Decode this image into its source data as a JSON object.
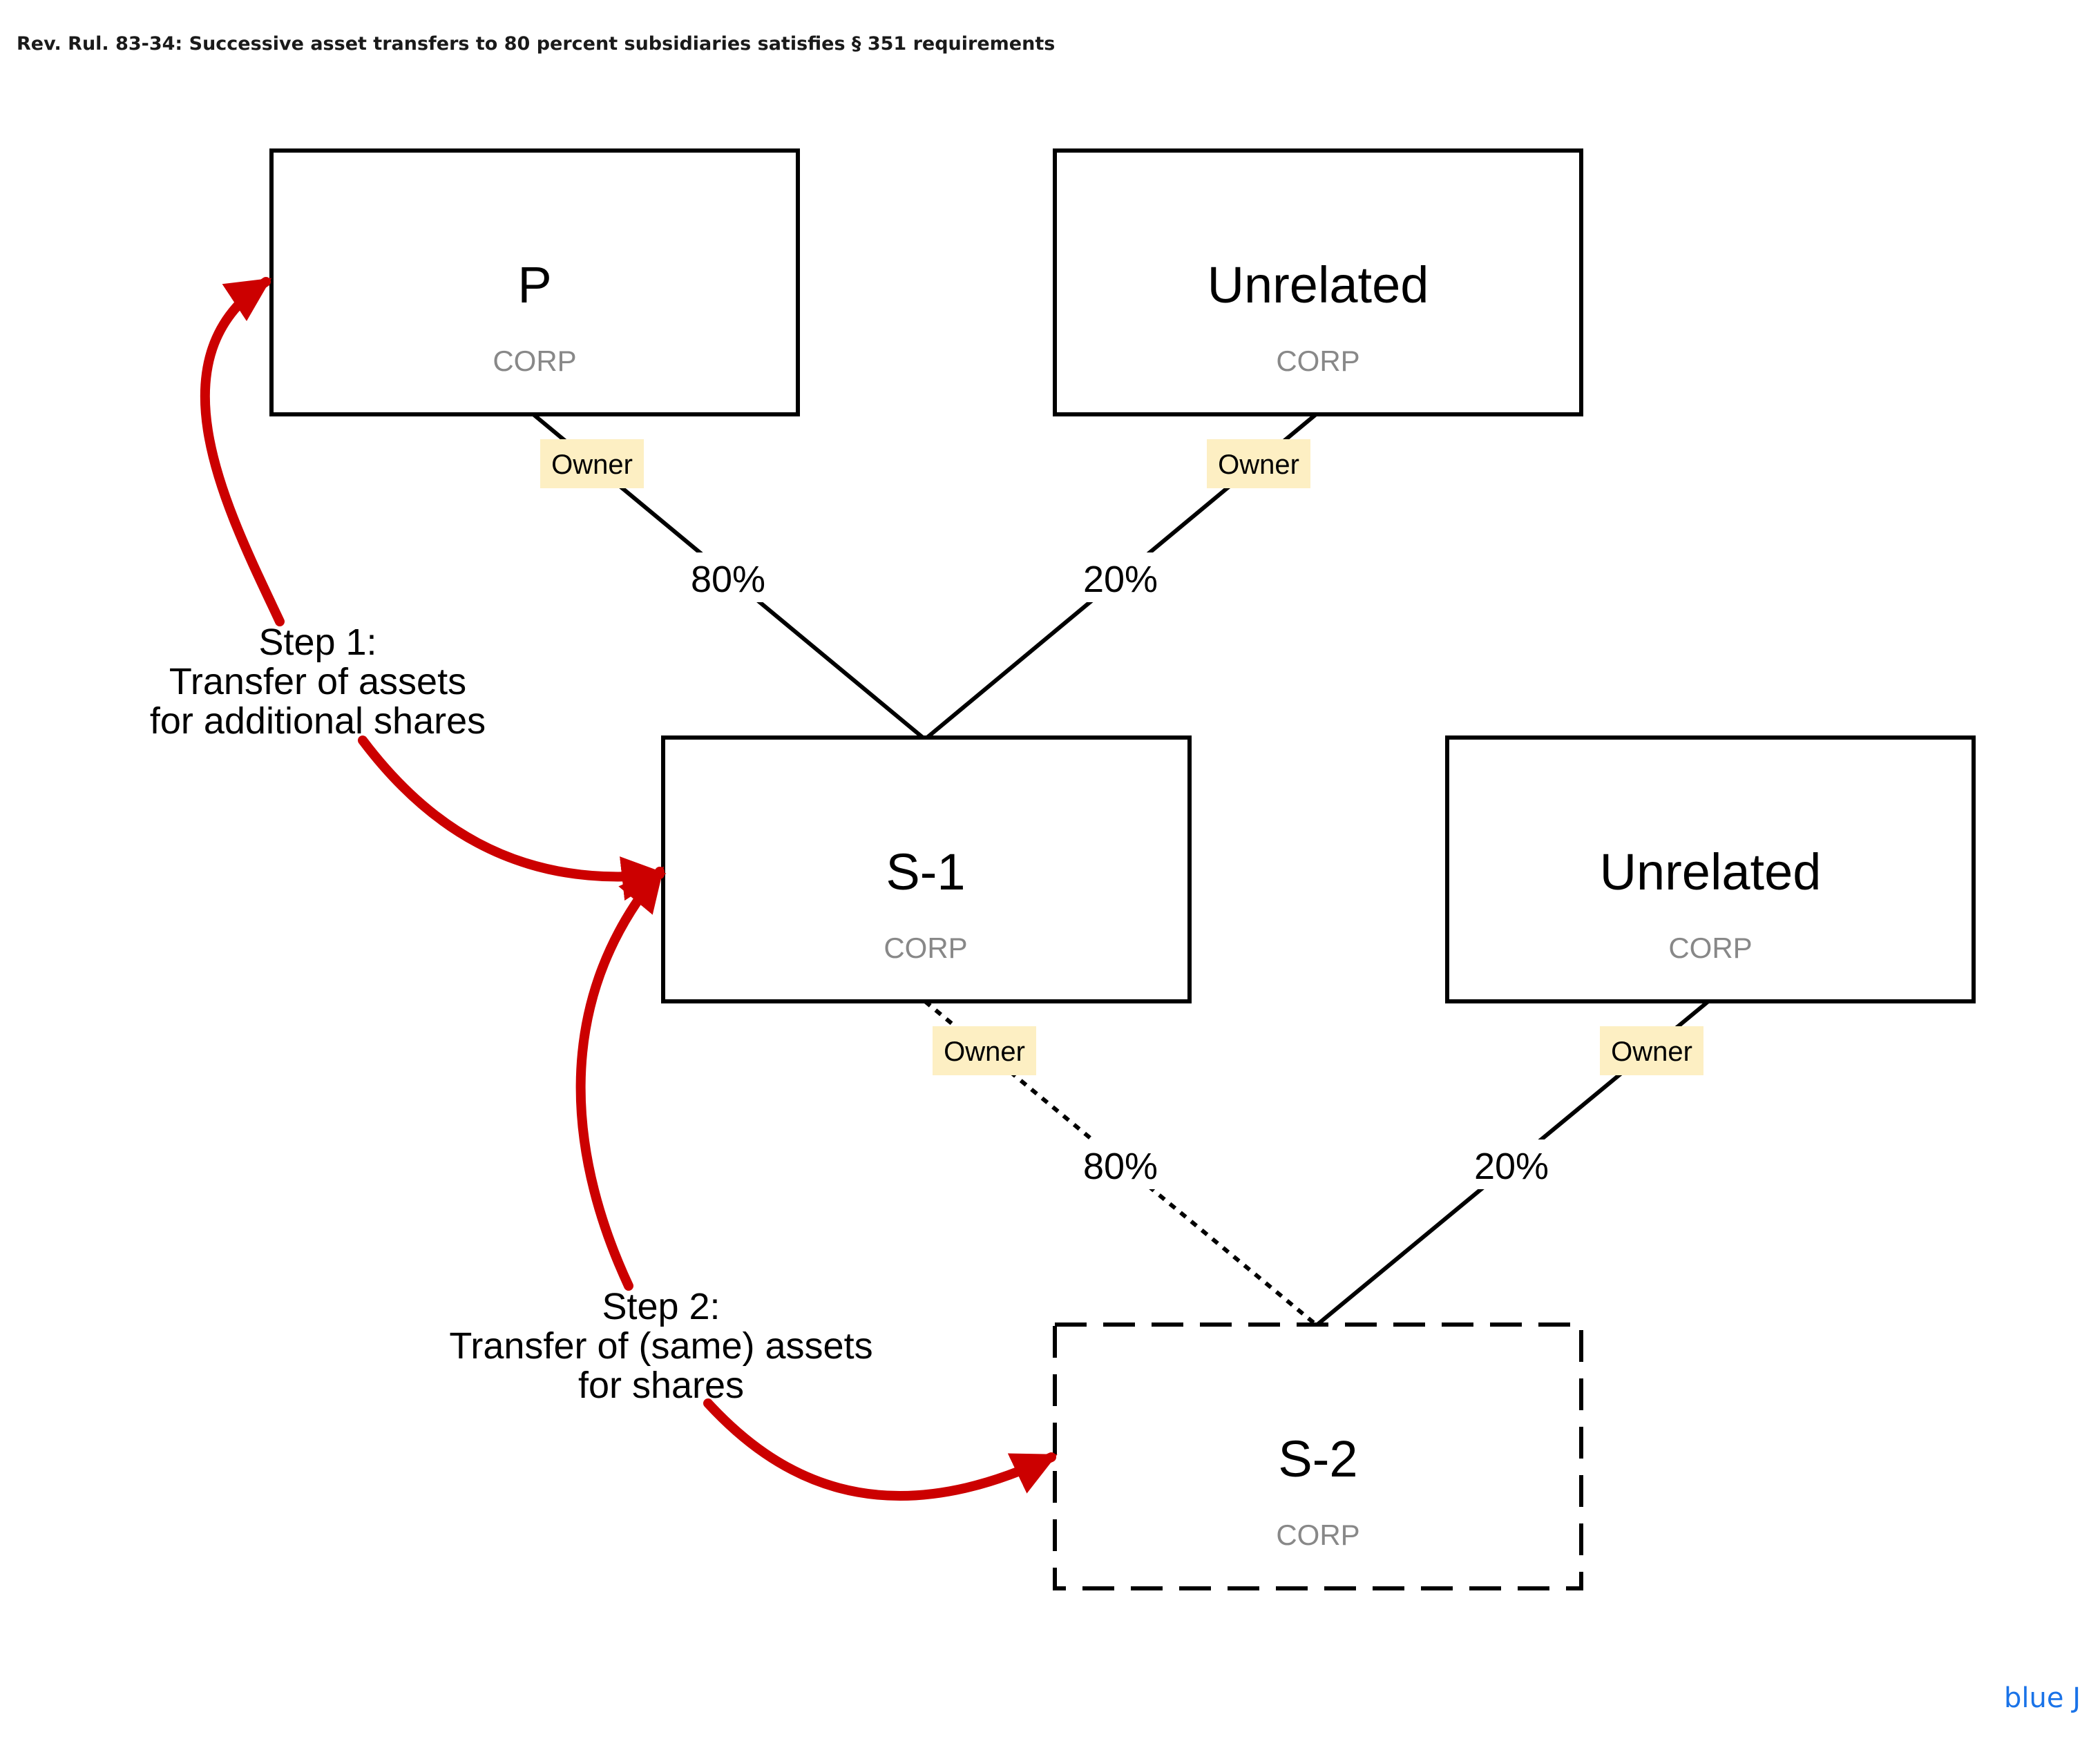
{
  "title": "Rev. Rul. 83-34: Successive asset transfers to 80 percent subsidiaries satisfies § 351 requirements",
  "entities": {
    "p": {
      "name": "P",
      "type": "CORP"
    },
    "unrelated_top": {
      "name": "Unrelated",
      "type": "CORP"
    },
    "s1": {
      "name": "S-1",
      "type": "CORP"
    },
    "unrelated_mid": {
      "name": "Unrelated",
      "type": "CORP"
    },
    "s2": {
      "name": "S-2",
      "type": "CORP"
    }
  },
  "ownership": {
    "p_to_s1": {
      "badge": "Owner",
      "percent": "80%"
    },
    "unrelated_top_to_s1": {
      "badge": "Owner",
      "percent": "20%"
    },
    "s1_to_s2": {
      "badge": "Owner",
      "percent": "80%"
    },
    "unrelated_mid_to_s2": {
      "badge": "Owner",
      "percent": "20%"
    }
  },
  "steps": {
    "step1": {
      "line1": "Step 1:",
      "line2": "Transfer of assets",
      "line3": "for additional shares"
    },
    "step2": {
      "line1": "Step 2:",
      "line2": "Transfer of (same) assets",
      "line3": "for shares"
    }
  },
  "colors": {
    "arrow": "#cc0000",
    "owner_badge": "#fdefc3",
    "brand": "#1a73e8"
  },
  "brand": "blue J"
}
